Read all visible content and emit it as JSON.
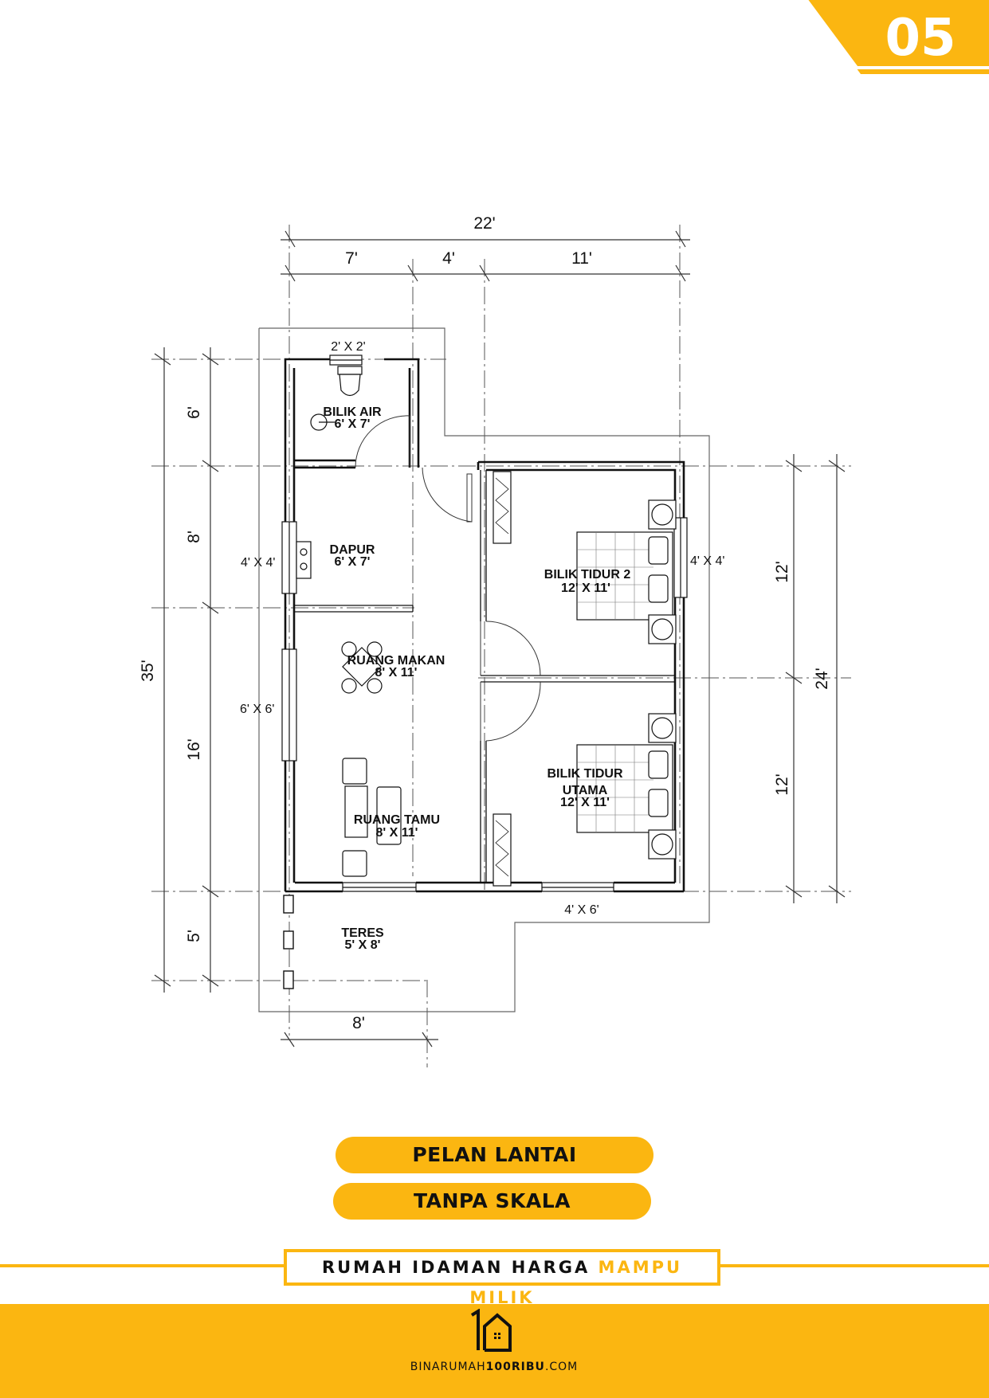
{
  "page": {
    "number": "05",
    "accent_color": "#fbb611"
  },
  "plan": {
    "dimensions": {
      "total_width": "22'",
      "seg_a": "7'",
      "seg_b": "4'",
      "seg_c": "11'",
      "total_depth": "35'",
      "left_a": "6'",
      "left_b": "8'",
      "left_c": "16'",
      "left_d": "5'",
      "right_total": "24'",
      "right_a": "12'",
      "right_b": "12'",
      "porch_width": "8'"
    },
    "windows": {
      "toilet": "2' X 2'",
      "kitchen": "4' X 4'",
      "dining": "6' X 6'",
      "bedroom2": "4' X 4'",
      "front": "4' X 6'"
    },
    "rooms": {
      "bathroom_name": "BILIK AIR",
      "bathroom_size": "6' X 7'",
      "kitchen_name": "DAPUR",
      "kitchen_size": "6' X 7'",
      "dining_name": "RUANG MAKAN",
      "dining_size": "8' X 11'",
      "living_name": "RUANG TAMU",
      "living_size": "8' X 11'",
      "bedroom2_name": "BILIK TIDUR 2",
      "bedroom2_size": "12' X 11'",
      "master_name_1": "BILIK TIDUR",
      "master_name_2": "UTAMA",
      "master_size": "12' X 11'",
      "porch_name": "TERES",
      "porch_size": "5' X 8'"
    }
  },
  "labels": {
    "title": "PELAN LANTAI",
    "scale": "TANPA SKALA",
    "tagline_dark": "RUMAH IDAMAN HARGA ",
    "tagline_accent": "MAMPU MILIK",
    "site_pre": "BINARUMAH",
    "site_bold": "100RIBU",
    "site_post": ".COM"
  }
}
